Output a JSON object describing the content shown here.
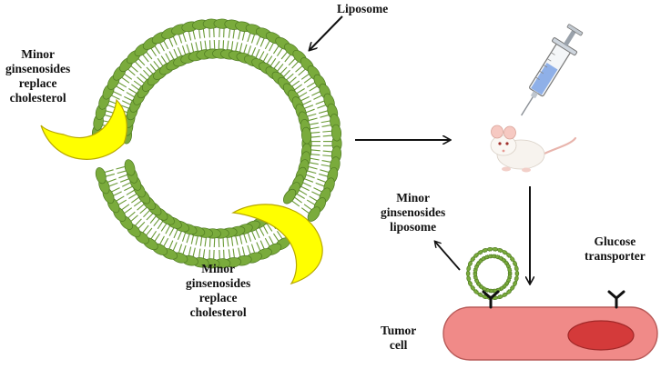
{
  "labels": {
    "liposome": "Liposome",
    "minor_replace_left": [
      "Minor",
      "ginsenosides",
      "replace",
      "cholesterol"
    ],
    "minor_replace_bottom": [
      "Minor",
      "ginsenosides",
      "replace",
      "cholesterol"
    ],
    "minor_liposome": [
      "Minor",
      "ginsenosides",
      "liposome"
    ],
    "glucose_transporter": [
      "Glucose",
      "transporter"
    ],
    "tumor_cell": [
      "Tumor",
      "cell"
    ]
  },
  "colors": {
    "lipid_head": "#7aab3c",
    "lipid_head_stroke": "#4e7a22",
    "lipid_tail": "#6a9a36",
    "crescent": "#ffff00",
    "crescent_stroke": "#b8a800",
    "cell_body": "#f08a88",
    "cell_stroke": "#b85a58",
    "nucleus": "#d43a3a",
    "arrow": "#111111",
    "syringe_fluid": "#8fb0e8"
  },
  "icons": {
    "syringe": "syringe-icon",
    "mouse": "mouse-icon",
    "transporter": "glucose-transporter-icon"
  }
}
